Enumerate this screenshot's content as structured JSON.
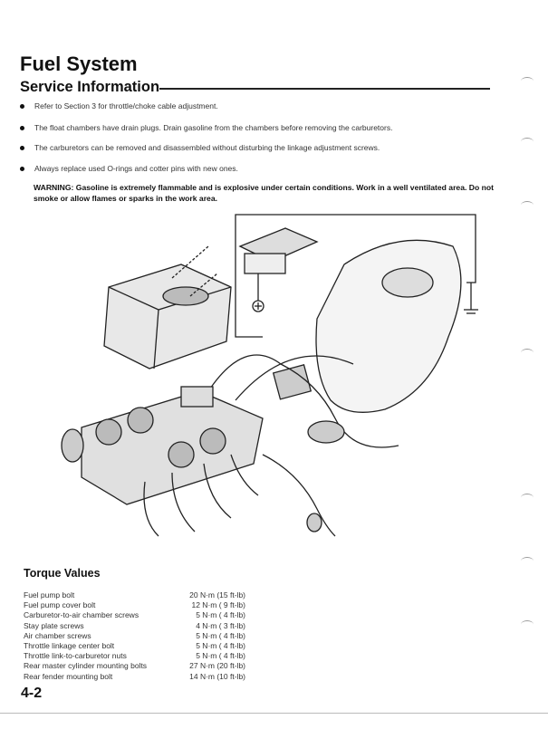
{
  "header": {
    "title": "Fuel System",
    "subtitle": "Service Information"
  },
  "service_info": [
    "Refer to Section 3 for throttle/choke cable adjustment.",
    "The float chambers have drain plugs. Drain gasoline from the chambers before removing the carburetors.",
    "The carburetors can be removed and disassembled without disturbing the linkage adjustment screws.",
    "Always replace used O-rings and cotter pins with new ones."
  ],
  "warning": "WARNING: Gasoline is extremely flammable and is explosive under certain conditions. Work in a well ventilated area. Do not smoke or allow flames or sparks in the work area.",
  "torque": {
    "title": "Torque Values",
    "rows": [
      {
        "item": "Fuel pump bolt",
        "value": "20 N·m (15 ft-lb)"
      },
      {
        "item": "Fuel pump cover bolt",
        "value": "12 N·m ( 9 ft-lb)"
      },
      {
        "item": "Carburetor-to-air chamber screws",
        "value": "5 N·m ( 4 ft-lb)"
      },
      {
        "item": "Stay plate screws",
        "value": "4 N·m ( 3 ft-lb)"
      },
      {
        "item": "Air chamber screws",
        "value": "5 N·m ( 4 ft-lb)"
      },
      {
        "item": "Throttle linkage center bolt",
        "value": "5 N·m ( 4 ft-lb)"
      },
      {
        "item": "Throttle link-to-carburetor nuts",
        "value": "5 N·m ( 4 ft-lb)"
      },
      {
        "item": "Rear master cylinder mounting bolts",
        "value": "27 N·m (20 ft-lb)"
      },
      {
        "item": "Rear fender mounting bolt",
        "value": "14 N·m (10 ft-lb)"
      }
    ]
  },
  "page_number": "4-2"
}
